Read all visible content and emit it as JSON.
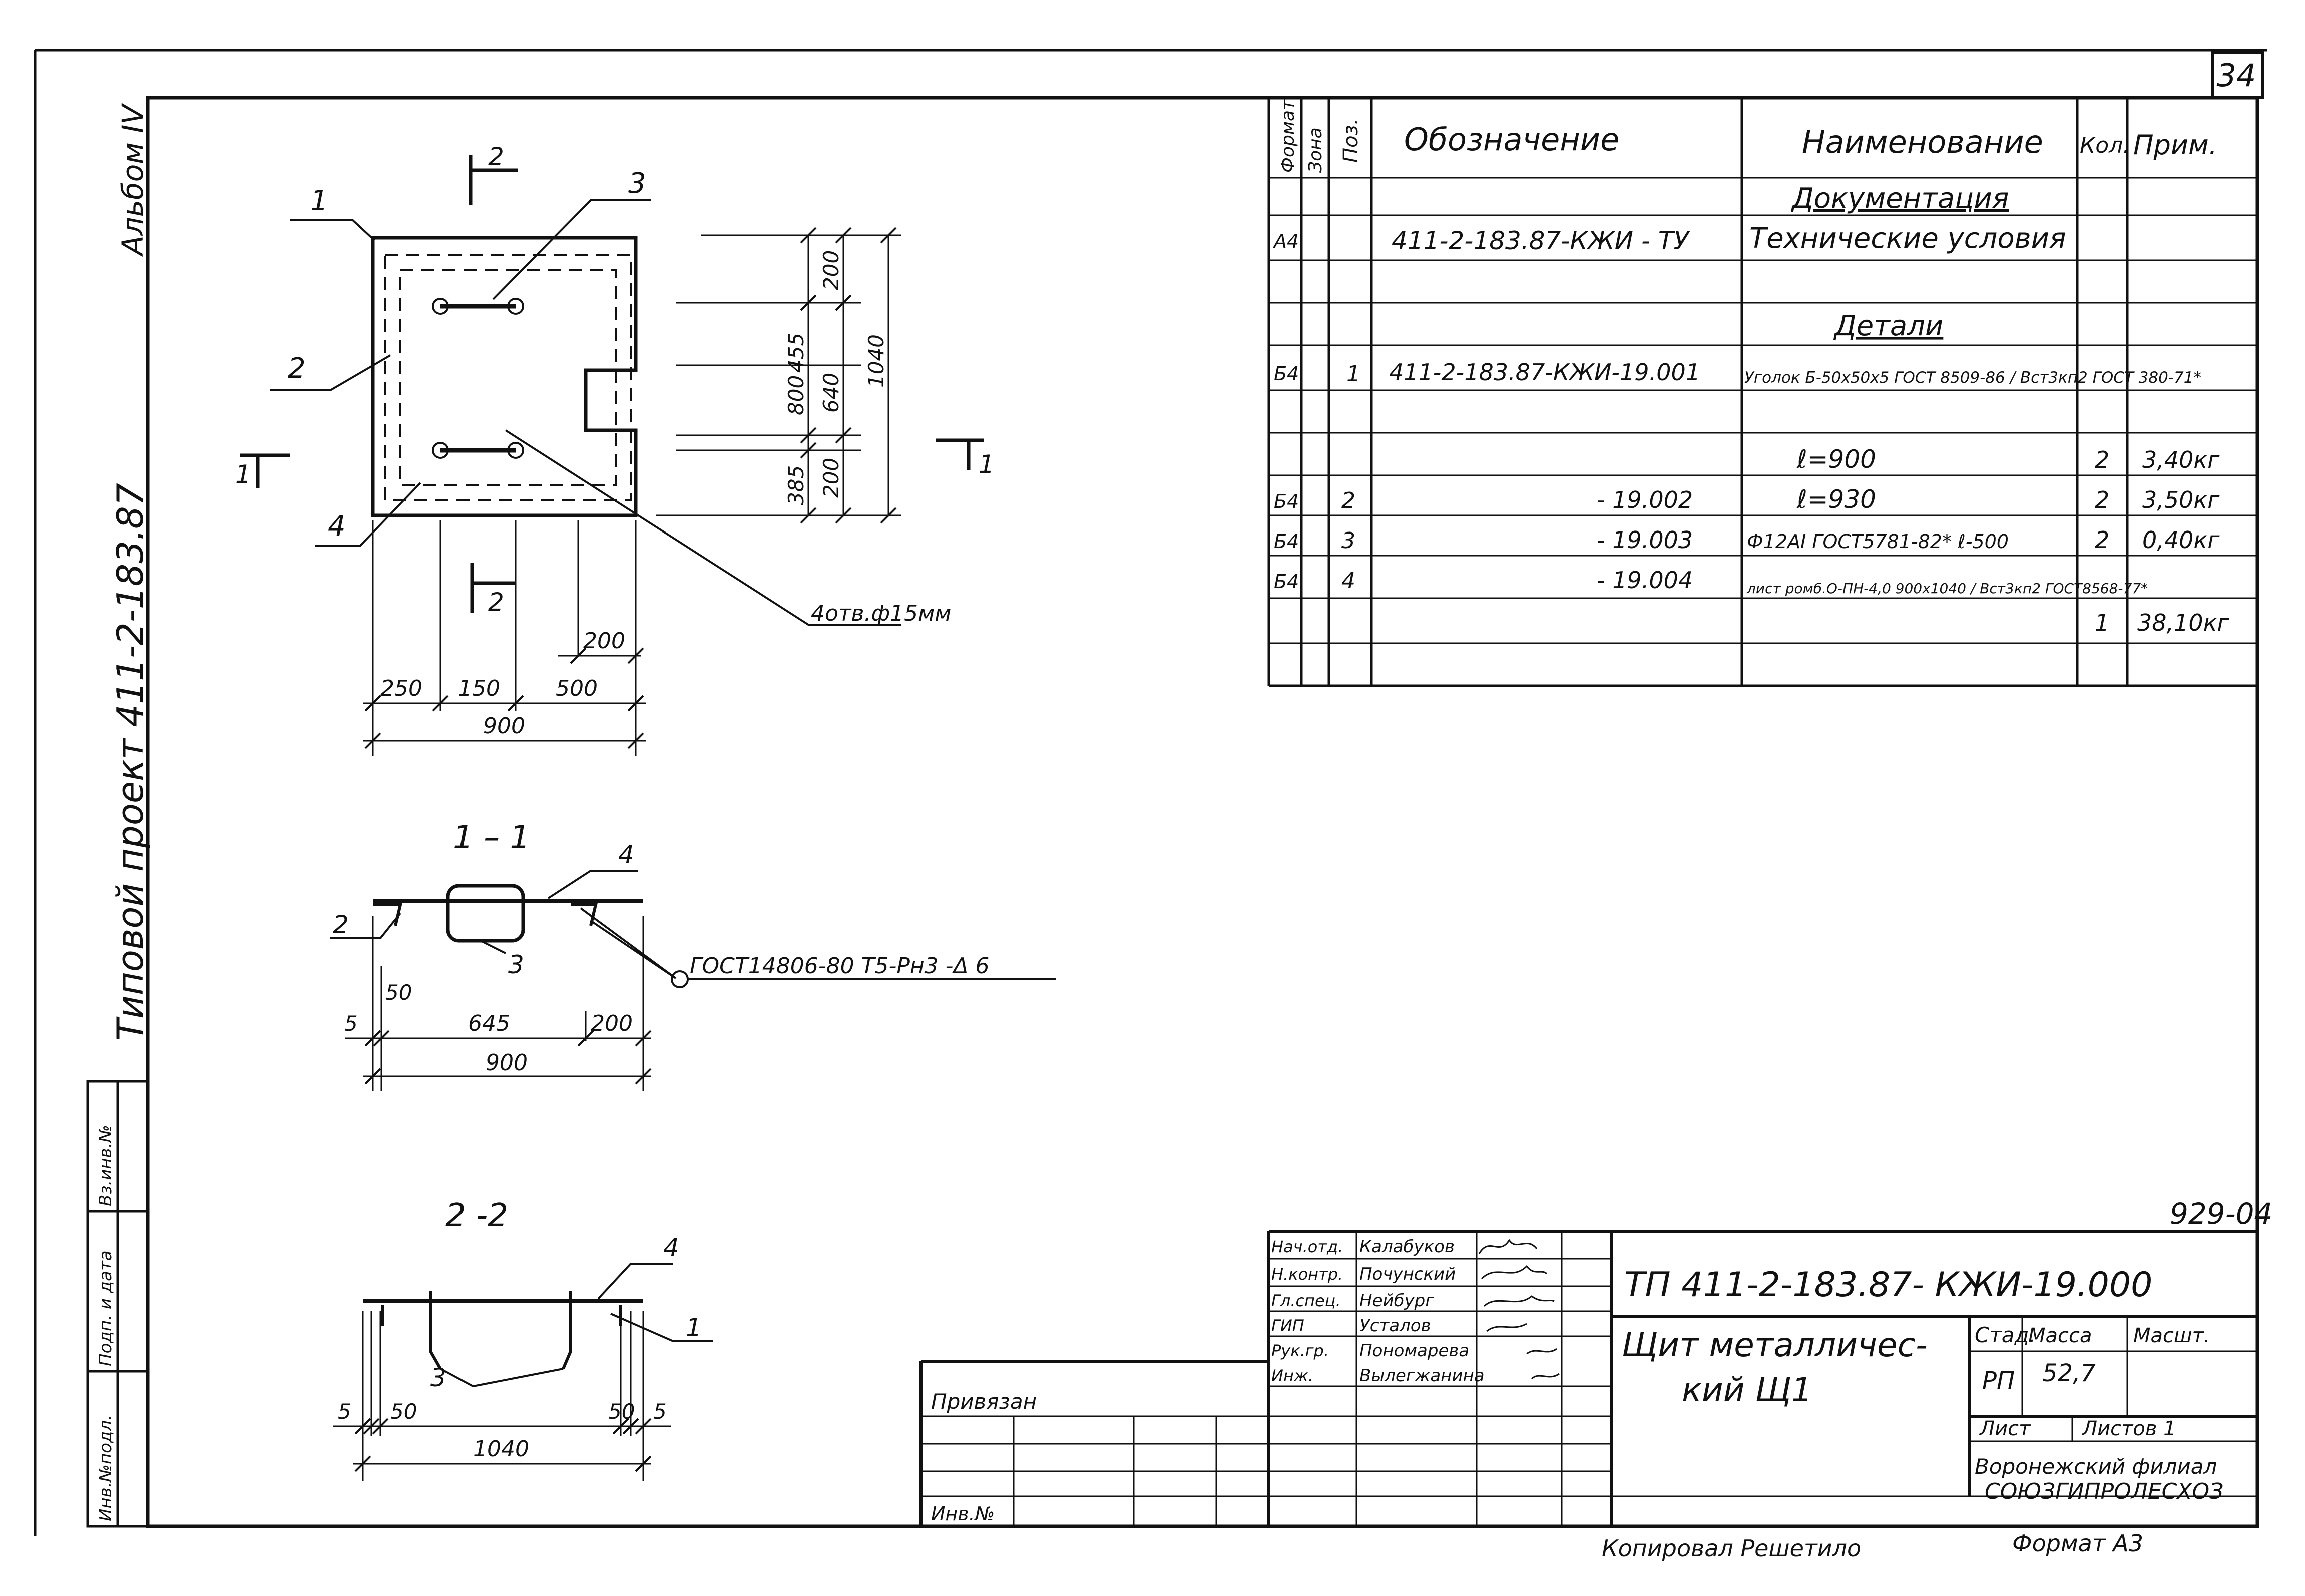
{
  "sheet_number": "34",
  "album_label": "Альбом IV",
  "project_label": "Типовой проект 411-2-183.87",
  "side_stamp": [
    "Инв.№подл.",
    "Подп. и дата",
    "Вз.инв.№"
  ],
  "plan": {
    "pos_labels": [
      "1",
      "2",
      "3",
      "4"
    ],
    "section_marks": [
      "1",
      "1",
      "2",
      "2"
    ],
    "dims_right": [
      "200",
      "455",
      "640",
      "800",
      "1040",
      "385",
      "200"
    ],
    "dims_bottom": [
      "250",
      "150",
      "500",
      "200",
      "900"
    ],
    "holes_note": "4отв.ф15мм"
  },
  "section_1": {
    "title": "1 – 1",
    "pos_labels": [
      "2",
      "3",
      "4"
    ],
    "weld_note": "ГОСТ14806-80 Т5-Рн3 -Δ 6",
    "dims": [
      "5",
      "50",
      "645",
      "200",
      "900"
    ]
  },
  "section_2": {
    "title": "2 -2",
    "pos_labels": [
      "4",
      "1",
      "3"
    ],
    "dims": [
      "5",
      "50",
      "50",
      "5",
      "1040"
    ]
  },
  "spec_table": {
    "headers": [
      "Формат",
      "Зона",
      "Поз.",
      "Обозначение",
      "Наименование",
      "Кол.",
      "Прим."
    ],
    "rows": [
      [
        "",
        "",
        "",
        "",
        "Документация",
        "",
        ""
      ],
      [
        "А4",
        "",
        "",
        "411-2-183.87-КЖИ - ТУ",
        "Технические условия",
        "",
        ""
      ],
      [
        "",
        "",
        "",
        "",
        "",
        "",
        ""
      ],
      [
        "",
        "",
        "",
        "",
        "Детали",
        "",
        ""
      ],
      [
        "Б4",
        "",
        "1",
        "411-2-183.87-КЖИ-19.001",
        "Уголок Б-50х50х5 ГОСТ 8509-86 / Вст3кп2 ГОСТ 380-71*",
        "",
        ""
      ],
      [
        "",
        "",
        "",
        "",
        "ℓ=900",
        "2",
        "3,40кг"
      ],
      [
        "Б4",
        "",
        "2",
        "- 19.002",
        "ℓ=930",
        "2",
        "3,50кг"
      ],
      [
        "Б4",
        "",
        "3",
        "- 19.003",
        "Ф12АI ГОСТ5781-82* ℓ-500",
        "2",
        "0,40кг"
      ],
      [
        "Б4",
        "",
        "4",
        "- 19.004",
        "лист ромб.О-ПН-4,0 900х1040 / Вст3кп2 ГОСТ8568-77*",
        "1",
        "38,10кг"
      ],
      [
        "",
        "",
        "",
        "",
        "",
        "",
        ""
      ]
    ]
  },
  "title_block": {
    "code_number": "929-04",
    "document": "ТП 411-2-183.87- КЖИ-19.000",
    "signatures": [
      [
        "Нач.отд.",
        "Калабуков"
      ],
      [
        "Н.контр.",
        "Почунский"
      ],
      [
        "Гл.спец.",
        "Нейбург"
      ],
      [
        "ГИП",
        "Усталов"
      ],
      [
        "Рук.гр.",
        "Пономарева"
      ],
      [
        "Инж.",
        "Вылегжанина"
      ]
    ],
    "title_line1": "Щит металличес-",
    "title_line2": "кий Щ1",
    "stage_label": "Стад.",
    "mass_label": "Масса",
    "scale_label": "Масшт.",
    "stage": "РП",
    "mass": "52,7",
    "sheet_label": "Лист",
    "sheets_label": "Листов 1",
    "org_line1": "Воронежский филиал",
    "org_line2": "СОЮЗГИПРОЛЕСХОЗ",
    "tied_label": "Привязан",
    "inv_label": "Инв.№"
  },
  "footer": {
    "copied": "Копировал Решетило",
    "format": "Формат А3"
  }
}
